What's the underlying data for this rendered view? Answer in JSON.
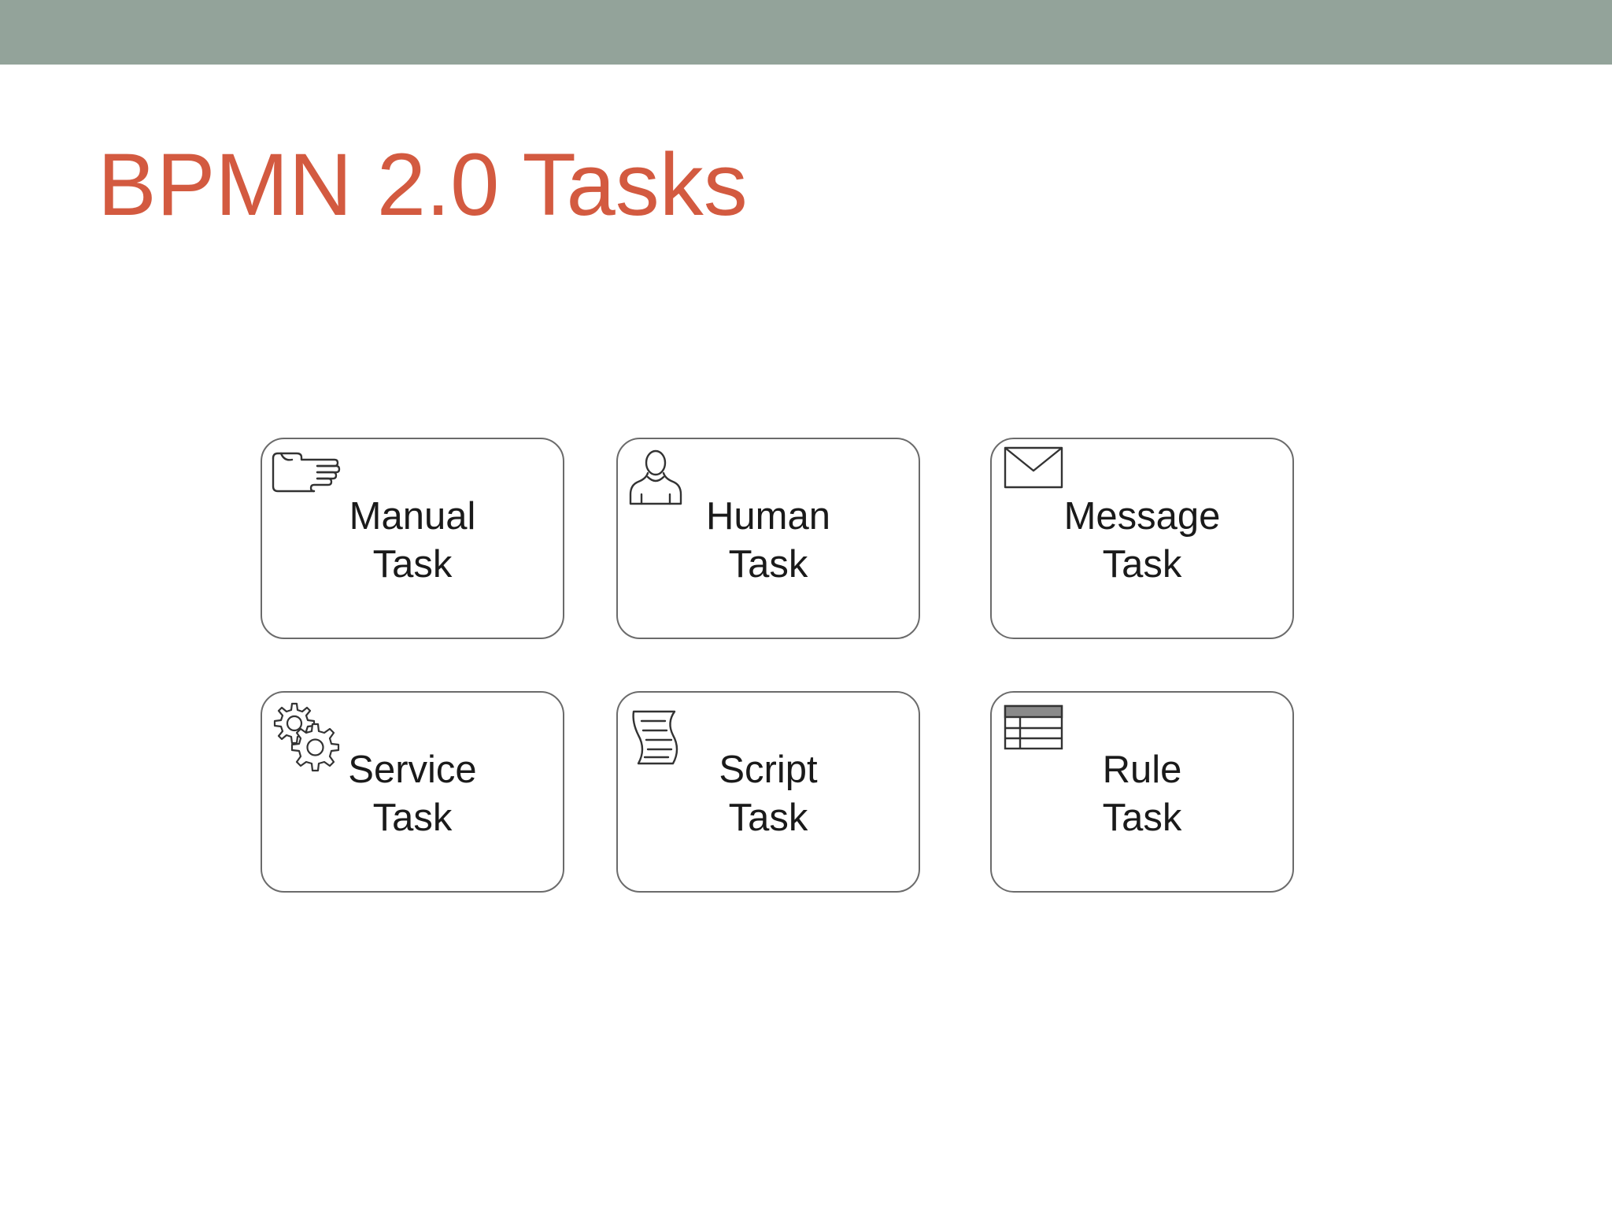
{
  "slide": {
    "title": "BPMN 2.0 Tasks",
    "header_bar_color": "#93a39a",
    "title_color": "#d35a40"
  },
  "tasks": [
    {
      "line1": "Manual",
      "line2": "Task",
      "icon": "hand-icon"
    },
    {
      "line1": "Human",
      "line2": "Task",
      "icon": "person-icon"
    },
    {
      "line1": "Message",
      "line2": "Task",
      "icon": "envelope-icon"
    },
    {
      "line1": "Service",
      "line2": "Task",
      "icon": "gears-icon"
    },
    {
      "line1": "Script",
      "line2": "Task",
      "icon": "scroll-icon"
    },
    {
      "line1": "Rule",
      "line2": "Task",
      "icon": "table-icon"
    }
  ]
}
